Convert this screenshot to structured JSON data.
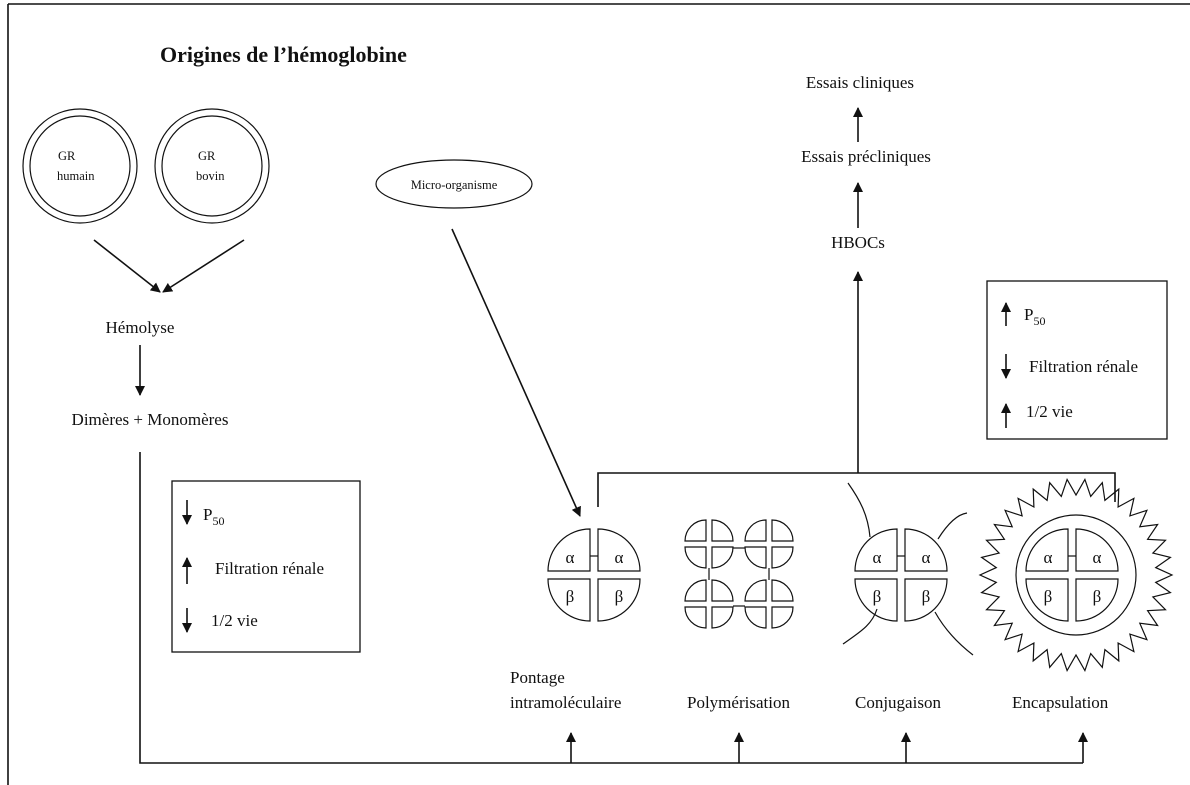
{
  "title": "Origines de l’hémoglobine",
  "sources": {
    "human": {
      "line1": "GR",
      "line2": "humain"
    },
    "bovine": {
      "line1": "GR",
      "line2": "bovin"
    },
    "micro": "Micro-organisme"
  },
  "steps": {
    "hemolyse": "Hémolyse",
    "dimeres": "Dimères + Monomères",
    "hbocs": "HBOCs",
    "preclinical": "Essais précliniques",
    "clinical": "Essais cliniques"
  },
  "left_box": {
    "row1": {
      "arrow": "down",
      "main": "P",
      "sub": "50"
    },
    "row2": {
      "arrow": "up",
      "text": "Filtration rénale"
    },
    "row3": {
      "arrow": "down",
      "text": "1/2 vie"
    }
  },
  "right_box": {
    "row1": {
      "arrow": "up",
      "main": "P",
      "sub": "50"
    },
    "row2": {
      "arrow": "down",
      "text": "Filtration rénale"
    },
    "row3": {
      "arrow": "up",
      "text": "1/2  vie"
    }
  },
  "subunits": {
    "alpha": "α",
    "beta": "β"
  },
  "modifications": {
    "pontage_line1": "Pontage",
    "pontage_line2": "intramoléculaire",
    "polymerisation": "Polymérisation",
    "conjugaison": "Conjugaison",
    "encapsulation": "Encapsulation"
  }
}
